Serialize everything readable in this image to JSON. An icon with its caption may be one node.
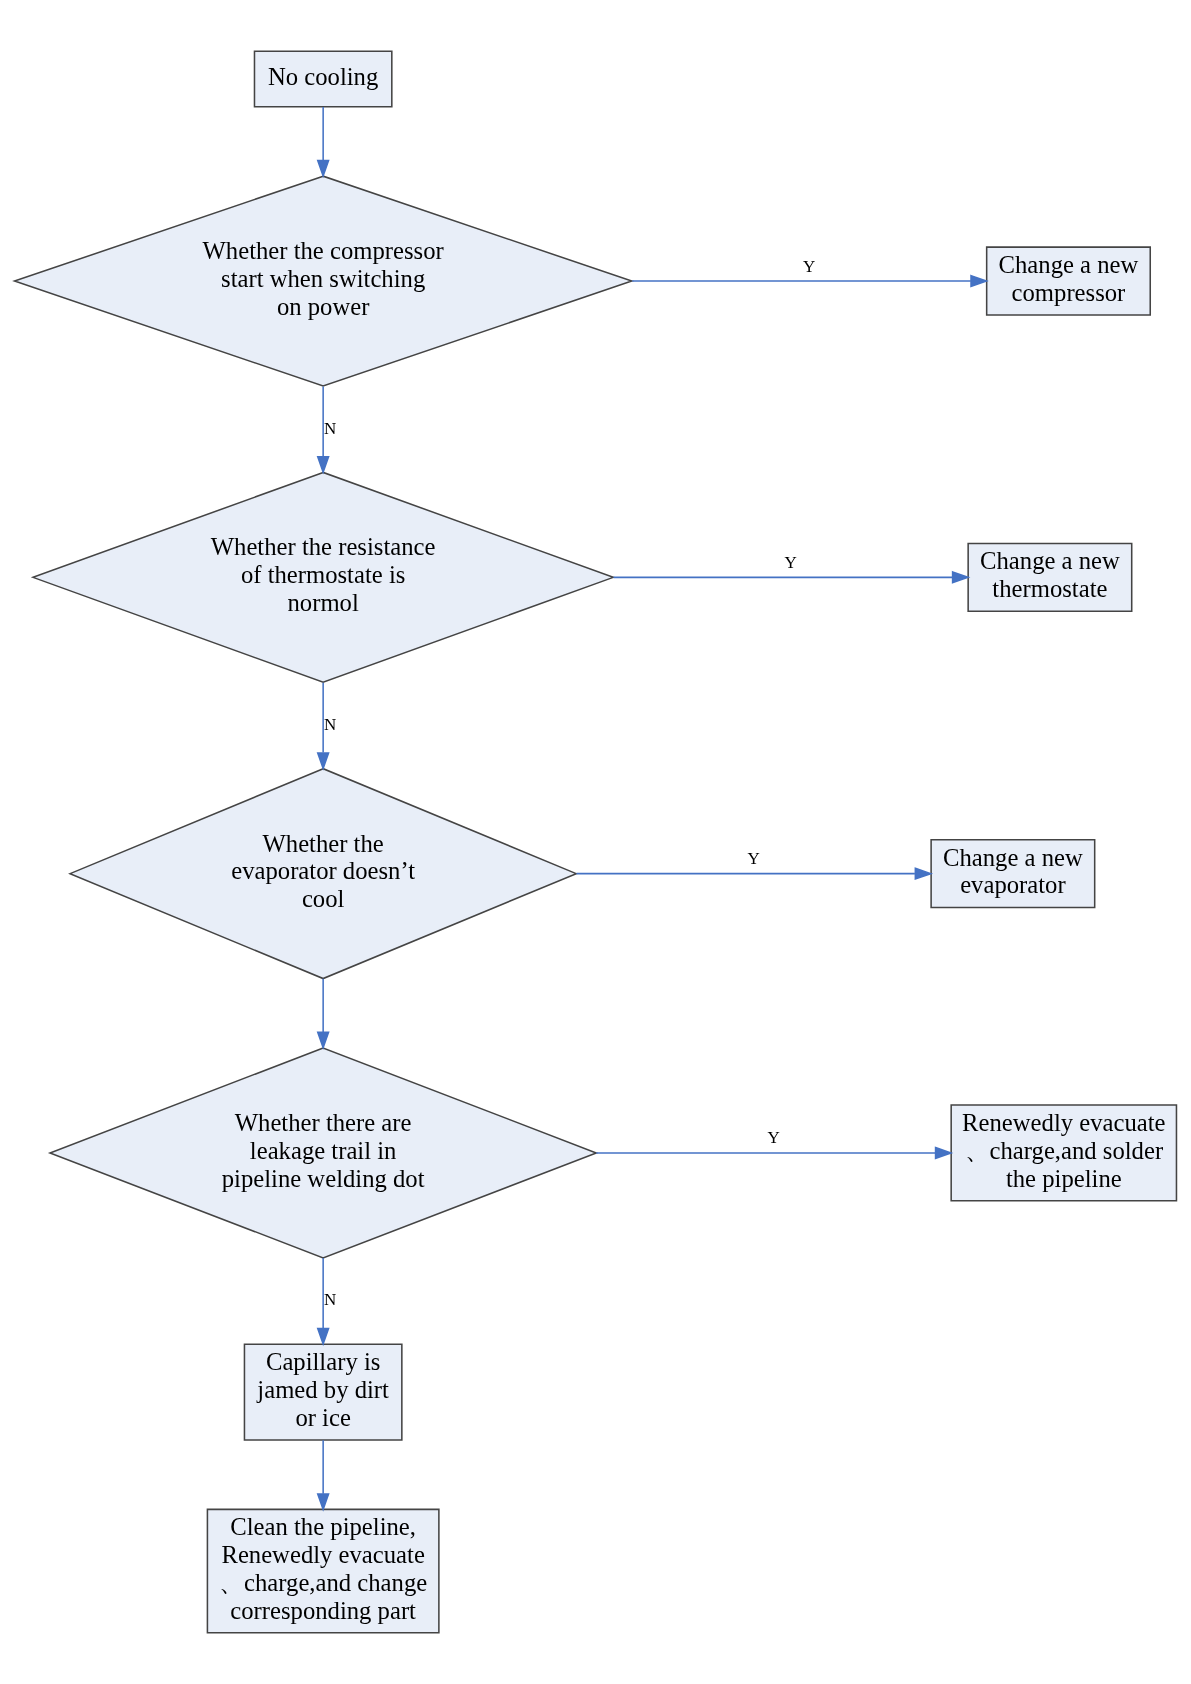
{
  "diagram": {
    "nodes": [
      {
        "text": [
          "No cooling"
        ]
      },
      {
        "text": [
          "Whether the compressor start when switching on power"
        ]
      },
      {
        "text": [
          "Change a new compressor"
        ]
      },
      {
        "text": [
          "Whether the resistance of thermostate is normol"
        ]
      },
      {
        "text": [
          "Change a new thermostate"
        ]
      },
      {
        "text": [
          "Whether the evaporator doesn’t cool"
        ]
      },
      {
        "text": [
          "Change a new evaporator"
        ]
      },
      {
        "text": [
          "Whether there are leakage trail in pipeline welding dot"
        ]
      },
      {
        "text": [
          "Renewedly evacuate 、charge,and solder the pipeline"
        ]
      },
      {
        "text": [
          "Capillary is jamed by dirt or ice"
        ]
      },
      {
        "text": [
          "Clean the pipeline, Renewedly evacuate 、charge,and change corresponding part"
        ]
      }
    ],
    "edges": [
      {
        "from": 0,
        "to": 1,
        "arrow": "to"
      },
      {
        "from": 1,
        "to": 2,
        "arrow": "to",
        "label": "Y"
      },
      {
        "from": 1,
        "to": 3,
        "arrow": "to",
        "label": "N"
      },
      {
        "from": 3,
        "to": 4,
        "arrow": "to",
        "label": "Y"
      },
      {
        "from": 3,
        "to": 5,
        "arrow": "to",
        "label": "N"
      },
      {
        "from": 5,
        "to": 6,
        "arrow": "to",
        "label": "Y"
      },
      {
        "from": 5,
        "to": 7,
        "arrow": "to"
      },
      {
        "from": 7,
        "to": 8,
        "arrow": "to",
        "label": "Y"
      },
      {
        "from": 7,
        "to": 9,
        "arrow": "to",
        "label": "N"
      },
      {
        "from": 9,
        "to": 10,
        "arrow": "to"
      }
    ]
  }
}
